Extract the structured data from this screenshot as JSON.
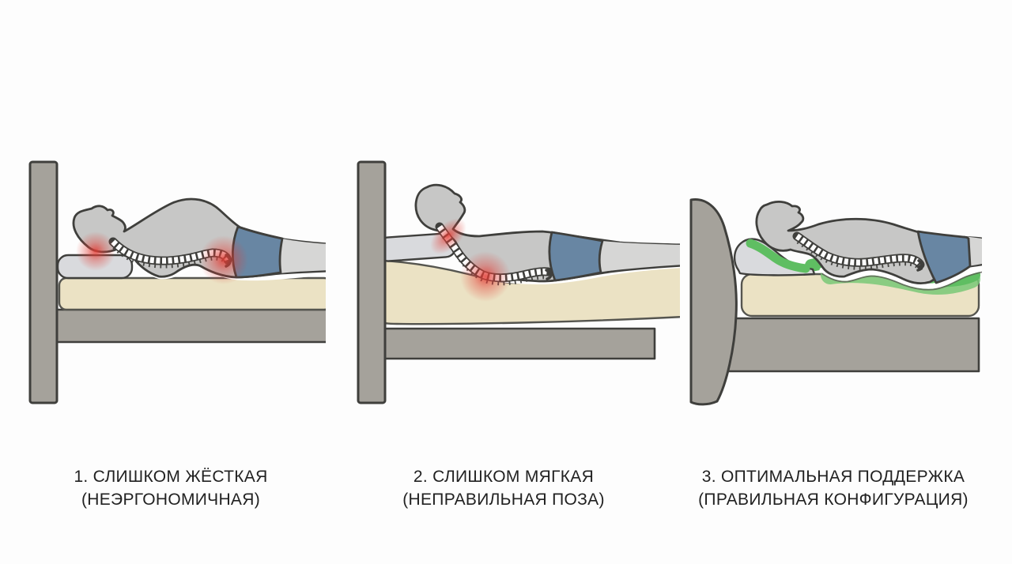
{
  "figure": {
    "panels": [
      {
        "id": "too-hard",
        "scene": "sleeper-arched-on-too-firm-mattress",
        "caption_line1": "1. СЛИШКОМ ЖЁСТКАЯ",
        "caption_line2": "(НЕЭРГОНОМИЧНАЯ)",
        "pain_points": [
          "neck",
          "lower-back"
        ]
      },
      {
        "id": "too-soft",
        "scene": "sleeper-sagging-into-too-soft-mattress",
        "caption_line1": "2. СЛИШКОМ МЯГКАЯ",
        "caption_line2": "(НЕПРАВИЛЬНАЯ ПОЗА)",
        "pain_points": [
          "neck",
          "lower-back"
        ]
      },
      {
        "id": "optimal",
        "scene": "sleeper-aligned-on-supportive-mattress",
        "caption_line1": "3. ОПТИМАЛЬНАЯ ПОДДЕРЖКА",
        "caption_line2": "(ПРАВИЛЬНАЯ КОНФИГУРАЦИЯ)",
        "pain_points": []
      }
    ],
    "colors": {
      "background": "#fdfdfd",
      "outline": "#3f3f3c",
      "outline_soft": "#55554f",
      "body_gray": "#c7c7c6",
      "leg_gray": "#d6d6d5",
      "pillow_gray": "#d9dadd",
      "mattress_beige": "#ebe2c4",
      "frame_gray": "#a5a29b",
      "shorts_blue": "#6886a3",
      "pain_red": "#e23c34",
      "support_green": "#5fbe62",
      "support_green_light": "#79c877",
      "caption_text": "#212121"
    }
  }
}
